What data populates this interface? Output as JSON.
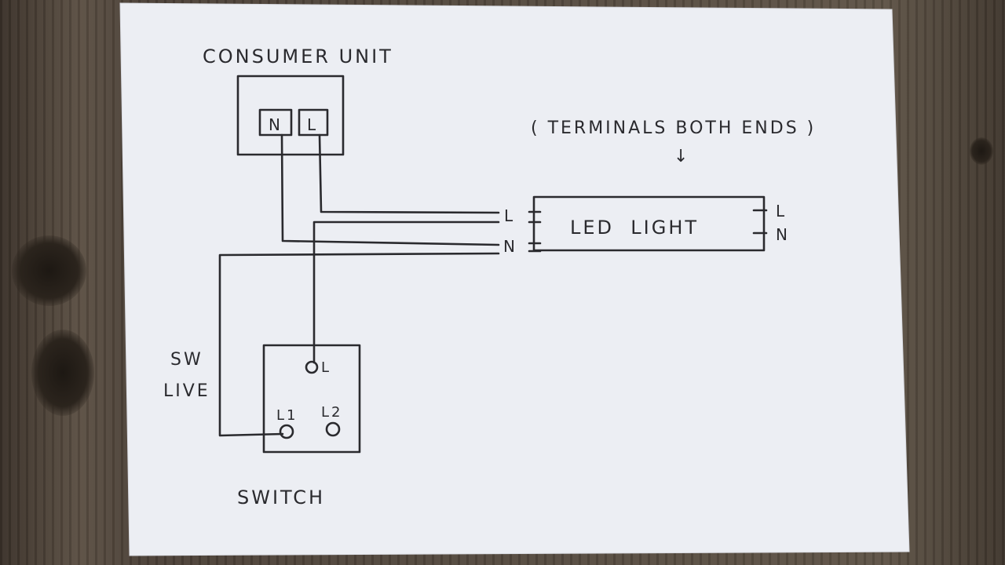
{
  "diagram": {
    "consumer_unit": {
      "title": "CONSUMER UNIT",
      "terminal_n": "N",
      "terminal_l": "L"
    },
    "note": {
      "text": "( TERMINALS BOTH ENDS )",
      "arrow": "↓"
    },
    "led_light": {
      "label": "LED  LIGHT",
      "left_l": "L",
      "left_n": "N",
      "right_l": "L",
      "right_n": "N"
    },
    "switch": {
      "title": "SWITCH",
      "terminal_l": "L",
      "terminal_l1": "L1",
      "terminal_l2": "L2"
    },
    "sw_live_label": {
      "line1": "SW",
      "line2": "LIVE"
    },
    "colors": {
      "paper": "#eceef3",
      "ink": "#2a2a2e",
      "wood": "#4a4038"
    }
  }
}
